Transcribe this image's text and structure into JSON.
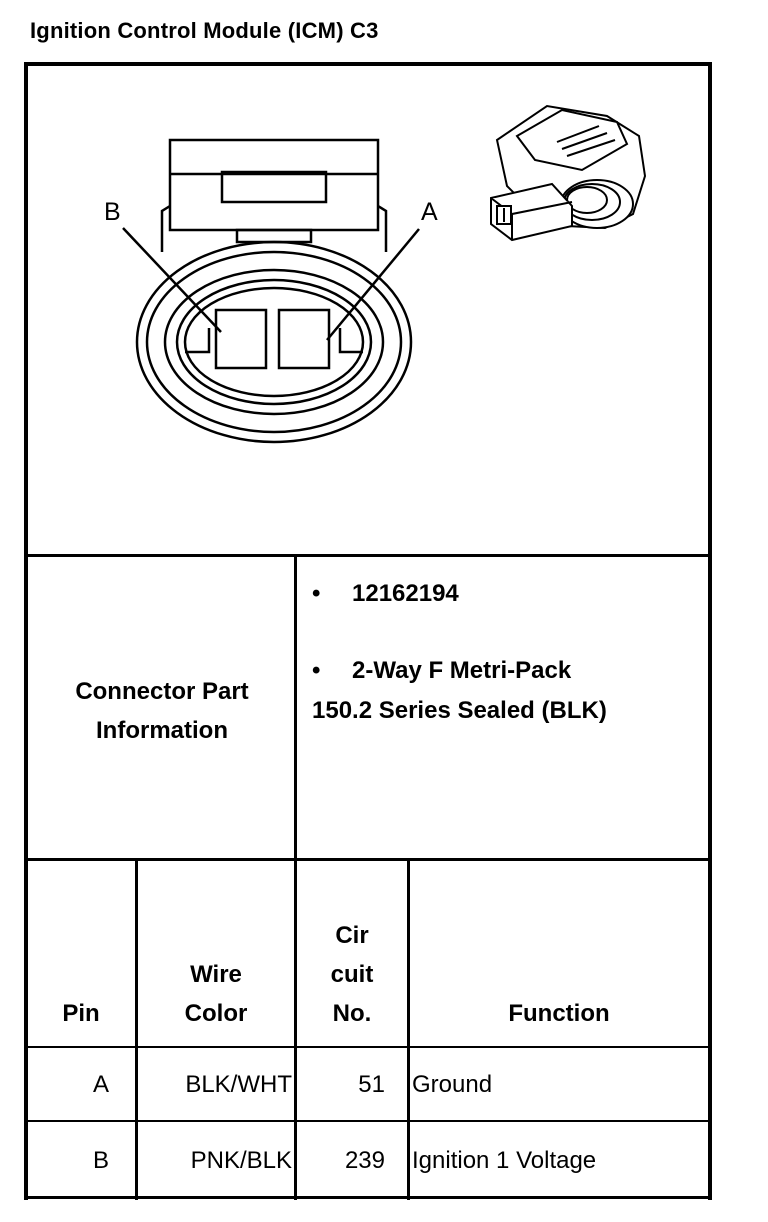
{
  "title": "Ignition Control Module (ICM)  C3",
  "diagram": {
    "pin_label_b": "B",
    "pin_label_a": "A"
  },
  "connector_info": {
    "label_line1": "Connector Part",
    "label_line2": "Information",
    "part_number": "12162194",
    "description_line1": "2-Way F Metri-Pack",
    "description_line2": "150.2 Series Sealed (BLK)",
    "bullet": "•"
  },
  "table": {
    "headers": {
      "pin": "Pin",
      "wire_color_line1": "Wire",
      "wire_color_line2": "Color",
      "circuit_line1": "Cir",
      "circuit_line2": "cuit",
      "circuit_line3": "No.",
      "function": "Function"
    },
    "rows": [
      {
        "pin": "A",
        "wire_color": "BLK/WHT",
        "circuit": "51",
        "function": "Ground"
      },
      {
        "pin": "B",
        "wire_color": "PNK/BLK",
        "circuit": "239",
        "function": "Ignition 1 Voltage"
      }
    ]
  }
}
